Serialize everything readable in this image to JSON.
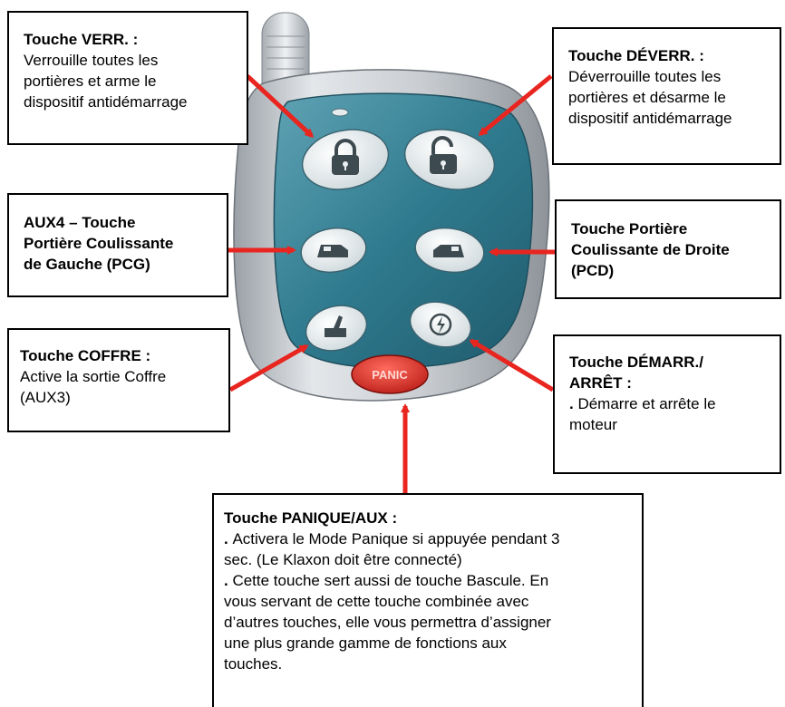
{
  "colors": {
    "arrow": "#e8251f",
    "remote_shell": "#c5c9ce",
    "remote_face": "#2f7a8e",
    "button_fill": "#e9eef0",
    "panic_red": "#d0201f"
  },
  "remote": {
    "panic_label": "PANIC",
    "icons": [
      "lock-icon",
      "unlock-icon",
      "sliding-door-left-icon",
      "sliding-door-right-icon",
      "trunk-icon",
      "power-icon"
    ]
  },
  "callouts": {
    "lock": {
      "title": "Touche VERR. :",
      "lines": [
        "Verrouille toutes les",
        "portières et arme le",
        "dispositif antidémarrage"
      ]
    },
    "unlock": {
      "title": "Touche DÉVERR. :",
      "lines": [
        "Déverrouille toutes les",
        "portières et désarme le",
        "dispositif antidémarrage"
      ]
    },
    "aux4": {
      "title_lines": [
        "AUX4 – Touche",
        "Portière Coulissante",
        "de Gauche (PCG)"
      ]
    },
    "right_door": {
      "title_lines": [
        "Touche Portière",
        "Coulissante de Droite",
        "(PCD)"
      ]
    },
    "trunk": {
      "title": "Touche COFFRE :",
      "lines": [
        "Active la sortie Coffre",
        "(AUX3)"
      ]
    },
    "start": {
      "title_lines": [
        "Touche DÉMARR./",
        "ARRÊT :"
      ],
      "lines": [
        "Démarre et arrête le",
        "moteur"
      ]
    },
    "panic": {
      "title": "Touche PANIQUE/AUX :",
      "lines": [
        "Activera le Mode Panique si appuyée pendant 3",
        "sec. (Le Klaxon doit être connecté)",
        "Cette touche sert aussi de touche Bascule. En",
        "vous servant de cette touche combinée avec",
        "d’autres touches, elle vous permettra d’assigner",
        "une plus grande gamme de fonctions aux",
        "touches."
      ]
    }
  }
}
